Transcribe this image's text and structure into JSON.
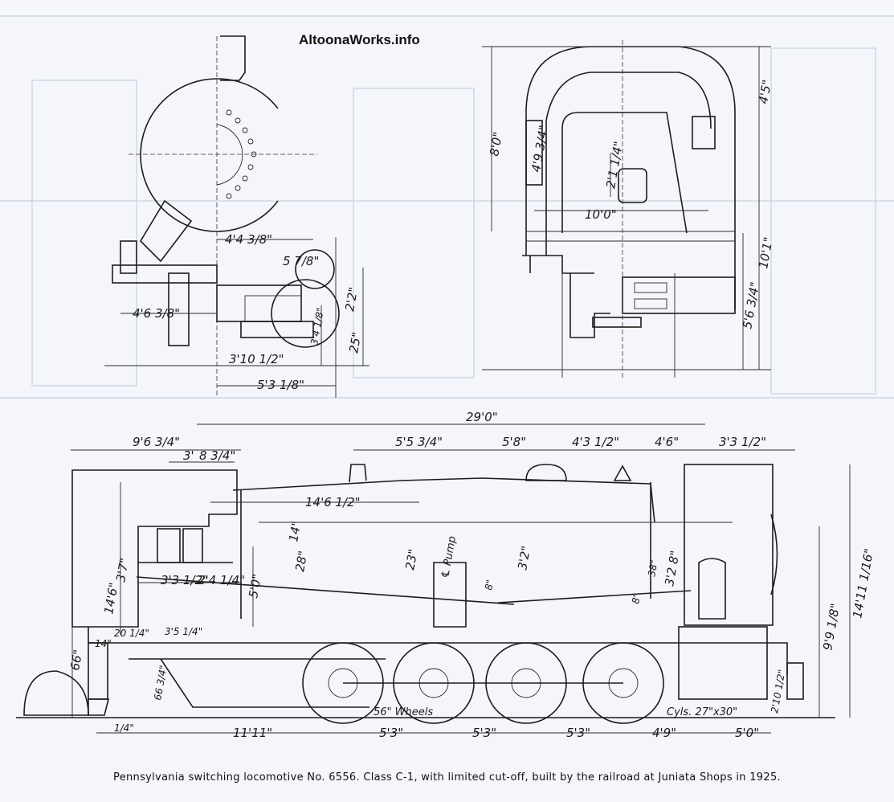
{
  "watermark": "AltoonaWorks.info",
  "caption": "Pennsylvania switching locomotive No. 6556. Class C-1, with limited cut-off, built by the railroad at Juniata Shops in 1925.",
  "front_view": {
    "dims": [
      "4'4 3/8\"",
      "5 7/8\"",
      "2'2\"",
      "4'6 3/8\"",
      "3'4 1/8\"",
      "25\"",
      "3'10 1/2\"",
      "5'3 1/8\""
    ]
  },
  "rear_view": {
    "dims": [
      "8'0\"",
      "4'5\"",
      "4'9 3/4\"",
      "2'1 1/4\"",
      "10'0\"",
      "10'1\"",
      "5'6 3/4\""
    ]
  },
  "side_view": {
    "top_dims": [
      "29'0\"",
      "9'6 3/4\"",
      "3'",
      "8 3/4\"",
      "5'5 3/4\"",
      "5'8\"",
      "4'3 1/2\"",
      "4'6\"",
      "3'3 1/2\"",
      "14'6 1/2\""
    ],
    "body_dims": [
      "14\"",
      "28\"",
      "23\"",
      "3'2\"",
      "3'3 1/2\"",
      "2'4 1/4\"",
      "5'0\"",
      "3'7\"",
      "14'6\"",
      "38\"",
      "3'2 8\"",
      "8\"",
      "8\"",
      "14'11 1/16\"",
      "9'9 1/8\"",
      "20 1/4\"",
      "3'5 1/4\"",
      "14\"",
      "66\"",
      "66 3/4\"",
      "2'10 1/2\""
    ],
    "bottom_dims": [
      "1/4\"",
      "11'11\"",
      "5'3\"",
      "5'3\"",
      "5'3\"",
      "4'9\"",
      "5'0\""
    ],
    "notes": {
      "pump": "℄ Pump",
      "wheels": "56\" Wheels",
      "cylinders": "Cyls. 27\"x30\""
    }
  }
}
